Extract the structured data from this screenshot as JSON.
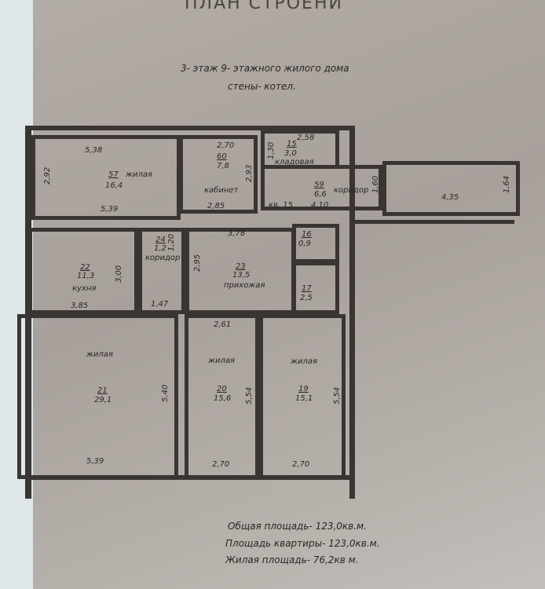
{
  "title": "ПЛАН СТРОЕНИ",
  "subtitle_line1": "3- этаж 9- этажного жилого дома",
  "subtitle_line2": "стены- котел.",
  "apartment_label": "кв. 15",
  "rooms": [
    {
      "num": "57",
      "area": "16,4",
      "name": "жилая",
      "dims": [
        "5,38",
        "5,39",
        "2,92"
      ]
    },
    {
      "num": "60",
      "area": "7,8",
      "name": "кабинет",
      "dims": [
        "2,70",
        "2,85",
        "2,93"
      ]
    },
    {
      "num": "15",
      "area": "3,0",
      "name": "кладовая",
      "dims": [
        "2,58",
        "1,30"
      ]
    },
    {
      "num": "59",
      "area": "6,6",
      "name": "коридор",
      "dims": [
        "4,10",
        "1,60"
      ]
    },
    {
      "num": "",
      "area": "",
      "name": "",
      "dims": [
        "4,35",
        "1,64"
      ]
    },
    {
      "num": "22",
      "area": "11,3",
      "name": "кухня",
      "dims": [
        "3,85",
        "3,00"
      ]
    },
    {
      "num": "24",
      "area": "1,2",
      "name": "коридор",
      "dims": [
        "1,20",
        "1,47"
      ]
    },
    {
      "num": "23",
      "area": "13,5",
      "name": "прихожая",
      "dims": [
        "3,78",
        "2,95",
        "2,61"
      ]
    },
    {
      "num": "16",
      "area": "0,9",
      "name": "",
      "dims": []
    },
    {
      "num": "17",
      "area": "2,5",
      "name": "",
      "dims": []
    },
    {
      "num": "21",
      "area": "29,1",
      "name": "жилая",
      "dims": [
        "5,39",
        "5,40"
      ]
    },
    {
      "num": "20",
      "area": "15,6",
      "name": "жилая",
      "dims": [
        "2,70",
        "5,54"
      ]
    },
    {
      "num": "19",
      "area": "15,1",
      "name": "жилая",
      "dims": [
        "2,70",
        "5,54"
      ]
    }
  ],
  "summary": [
    "Общая площадь- 123,0кв.м.",
    "Площадь квартиры- 123,0кв.м.",
    "Жилая площадь- 76,2кв м."
  ]
}
